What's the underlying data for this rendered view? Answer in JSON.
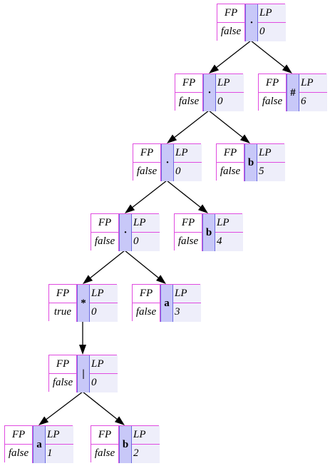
{
  "nodes": [
    {
      "id": "n1",
      "symbol": "·",
      "fp_label": "FP",
      "fp": "false",
      "lp_label": "LP",
      "lp": "0"
    },
    {
      "id": "n2",
      "symbol": "·",
      "fp_label": "FP",
      "fp": "false",
      "lp_label": "LP",
      "lp": "0"
    },
    {
      "id": "n3",
      "symbol": "#",
      "fp_label": "FP",
      "fp": "false",
      "lp_label": "LP",
      "lp": "6"
    },
    {
      "id": "n4",
      "symbol": "·",
      "fp_label": "FP",
      "fp": "false",
      "lp_label": "LP",
      "lp": "0"
    },
    {
      "id": "n5",
      "symbol": "b",
      "fp_label": "FP",
      "fp": "false",
      "lp_label": "LP",
      "lp": "5"
    },
    {
      "id": "n6",
      "symbol": "·",
      "fp_label": "FP",
      "fp": "false",
      "lp_label": "LP",
      "lp": "0"
    },
    {
      "id": "n7",
      "symbol": "b",
      "fp_label": "FP",
      "fp": "false",
      "lp_label": "LP",
      "lp": "4"
    },
    {
      "id": "n8",
      "symbol": "*",
      "fp_label": "FP",
      "fp": "true",
      "lp_label": "LP",
      "lp": "0"
    },
    {
      "id": "n9",
      "symbol": "a",
      "fp_label": "FP",
      "fp": "false",
      "lp_label": "LP",
      "lp": "3"
    },
    {
      "id": "n10",
      "symbol": "|",
      "fp_label": "FP",
      "fp": "false",
      "lp_label": "LP",
      "lp": "0"
    },
    {
      "id": "n11",
      "symbol": "a",
      "fp_label": "FP",
      "fp": "false",
      "lp_label": "LP",
      "lp": "1"
    },
    {
      "id": "n12",
      "symbol": "b",
      "fp_label": "FP",
      "fp": "false",
      "lp_label": "LP",
      "lp": "2"
    }
  ],
  "edges": [
    {
      "from": "n1",
      "to": "n2"
    },
    {
      "from": "n1",
      "to": "n3"
    },
    {
      "from": "n2",
      "to": "n4"
    },
    {
      "from": "n2",
      "to": "n5"
    },
    {
      "from": "n4",
      "to": "n6"
    },
    {
      "from": "n4",
      "to": "n7"
    },
    {
      "from": "n6",
      "to": "n8"
    },
    {
      "from": "n6",
      "to": "n9"
    },
    {
      "from": "n8",
      "to": "n10"
    },
    {
      "from": "n10",
      "to": "n11"
    },
    {
      "from": "n10",
      "to": "n12"
    }
  ]
}
